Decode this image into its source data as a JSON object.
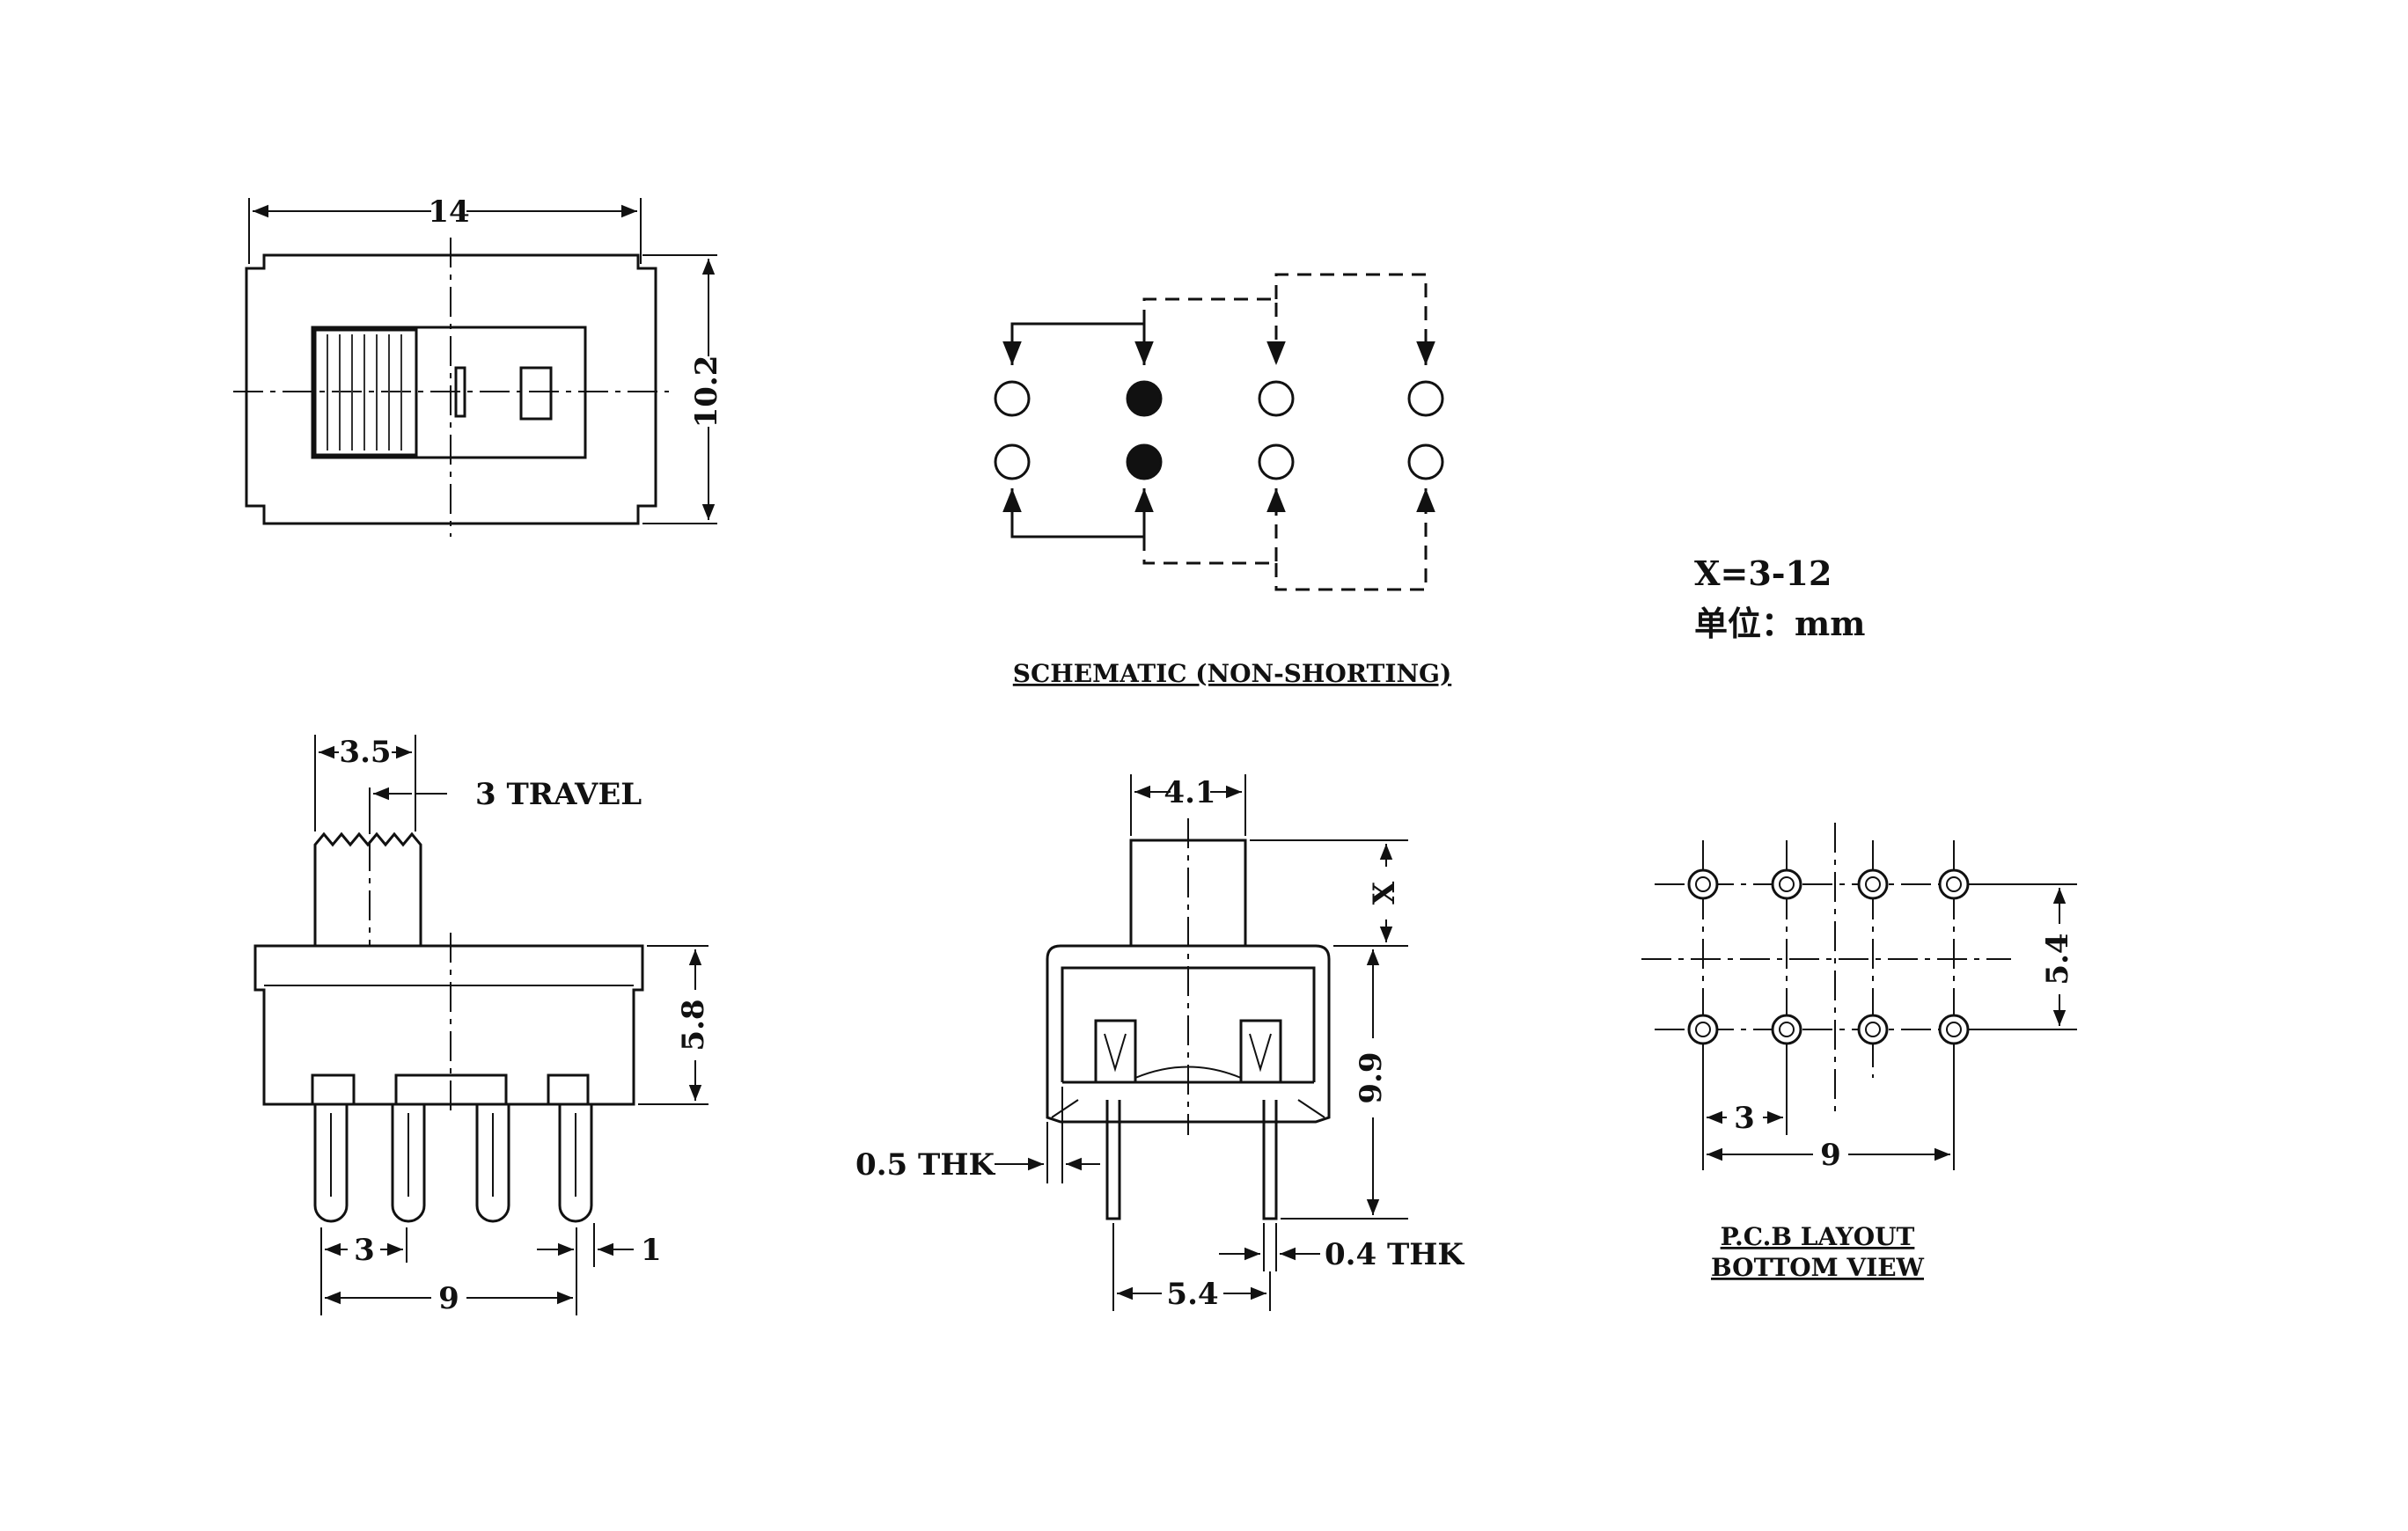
{
  "top_view": {
    "width_dim": "14",
    "height_dim": "10.2"
  },
  "schematic": {
    "caption": "SCHEMATIC (NON-SHORTING)",
    "rows": [
      [
        "open",
        "filled",
        "open",
        "open"
      ],
      [
        "open",
        "filled",
        "open",
        "open"
      ]
    ]
  },
  "notes": {
    "x_range": "X=3-12",
    "unit": "单位：mm"
  },
  "side_view": {
    "actuator_width": "3.5",
    "travel": "3 TRAVEL",
    "body_height": "5.8",
    "pin_pitch": "3",
    "pin_span": "9",
    "pin_width": "1"
  },
  "end_view": {
    "actuator_width": "4.1",
    "actuator_height": "X",
    "total_height": "9.9",
    "frame_thickness": "0.5 THK",
    "pin_thickness": "0.4 THK",
    "pin_spacing": "5.4"
  },
  "pcb_layout": {
    "caption_line1": "P.C.B LAYOUT",
    "caption_line2": "BOTTOM VIEW",
    "row_spacing": "5.4",
    "pitch": "3",
    "span": "9"
  }
}
